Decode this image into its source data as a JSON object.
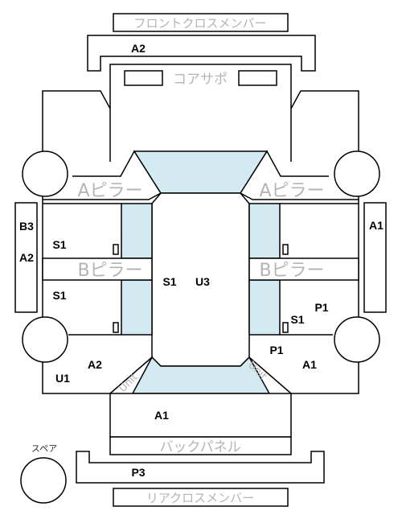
{
  "labels": {
    "front_cross_member": "フロントクロスメンバー",
    "core_support": "コアサポ",
    "a_pillar": "Aピラー",
    "b_pillar": "Bピラー",
    "back_panel": "バックパネル",
    "rear_cross_member": "リアクロスメンバー",
    "spare": "スペア",
    "unit": "Unit"
  },
  "codes": {
    "front_member": "A2",
    "left_side_top": "B3",
    "left_side_bottom": "A2",
    "right_side": "A1",
    "front_left_room": "S1",
    "rear_left_room": "S1",
    "center_s": "S1",
    "center_u": "U3",
    "rear_right_s": "S1",
    "rear_right_p_upper": "P1",
    "rear_right_p_lower": "P1",
    "rear_right_a": "A1",
    "rear_left_a": "A2",
    "rear_left_u": "U1",
    "back_floor": "A1",
    "rear_member": "P3"
  },
  "colors": {
    "glass": "#d4eaf2",
    "outline": "#000000",
    "label_gray": "#b4b4b4"
  }
}
